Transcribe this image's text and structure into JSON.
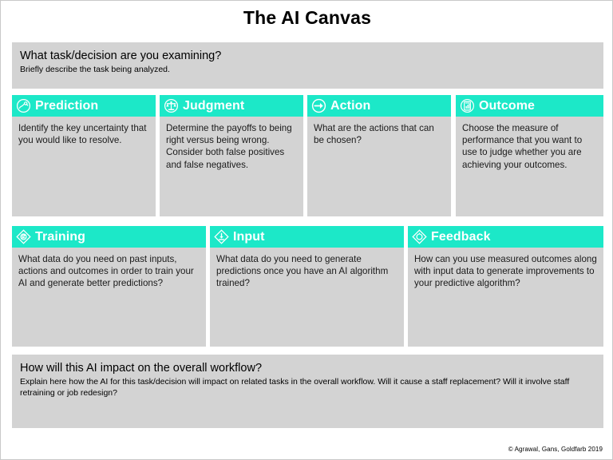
{
  "title": "The AI Canvas",
  "accent_color": "#1ce8c8",
  "panel_color": "#d3d3d3",
  "banner_top": {
    "question": "What task/decision are you examining?",
    "description": "Briefly describe the task being analyzed."
  },
  "banner_bottom": {
    "question": "How will this AI impact on the overall workflow?",
    "description": "Explain here how the AI for this task/decision will impact on related tasks in the overall workflow. Will it cause a staff replacement? Will it involve staff retraining or job redesign?"
  },
  "row1": [
    {
      "icon": "crystal-ball-icon",
      "title": "Prediction",
      "body": "Identify the key uncertainty that you would like to resolve."
    },
    {
      "icon": "balance-scales-icon",
      "title": "Judgment",
      "body": "Determine the payoffs to being right versus being wrong. Consider both false positives and false negatives."
    },
    {
      "icon": "arrow-right-circle-icon",
      "title": "Action",
      "body": "What are the actions that can be chosen?"
    },
    {
      "icon": "report-chart-icon",
      "title": "Outcome",
      "body": "Choose the measure of performance that you want to use to judge whether you are achieving your outcomes."
    }
  ],
  "row2": [
    {
      "icon": "training-spiral-diamond-icon",
      "title": "Training",
      "body": "What data do you need on past inputs, actions and outcomes in order to train your AI and generate better predictions?"
    },
    {
      "icon": "download-diamond-icon",
      "title": "Input",
      "body": "What data do you need to generate predictions once you have an AI algorithm trained?"
    },
    {
      "icon": "refresh-loop-diamond-icon",
      "title": "Feedback",
      "body": "How can you use measured outcomes along with input data to generate improvements to your predictive algorithm?"
    }
  ],
  "copyright": "© Agrawal, Gans, Goldfarb 2019"
}
